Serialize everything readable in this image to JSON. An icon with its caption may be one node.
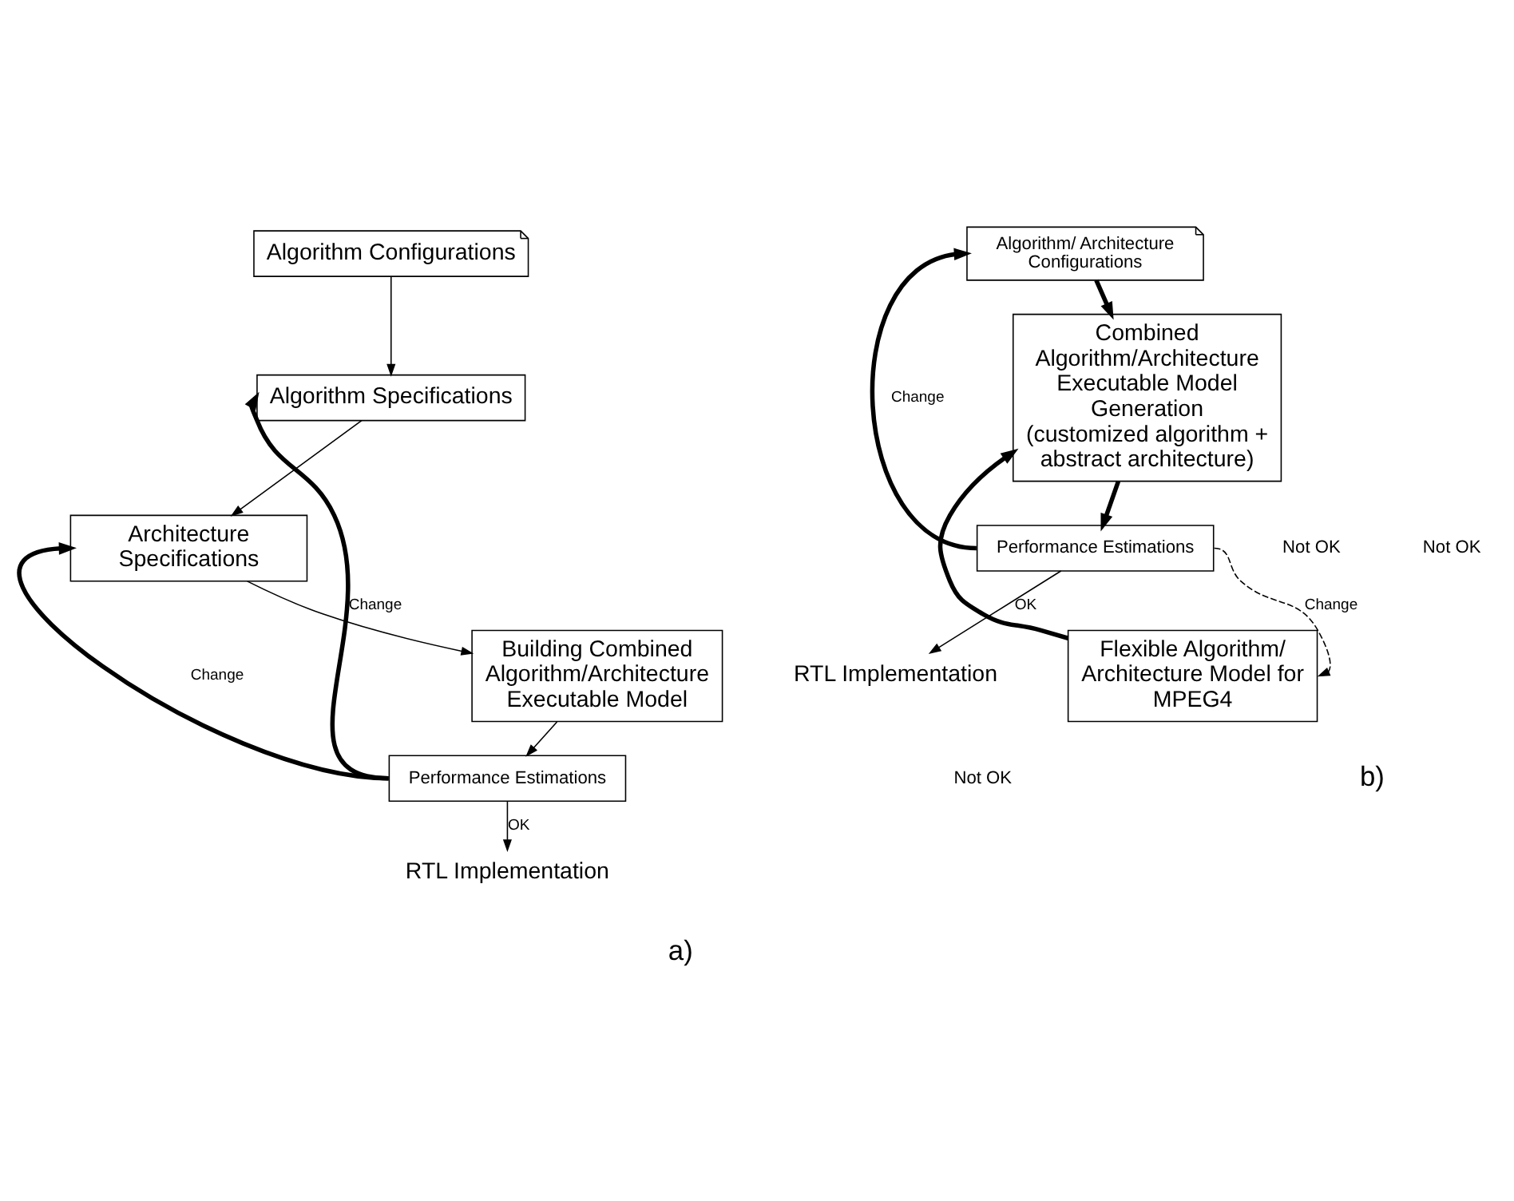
{
  "diagram": {
    "nodes": [
      {
        "text": [
          "Algorithm Configurations"
        ]
      },
      {
        "text": [
          "Algorithm Specifications"
        ]
      },
      {
        "text": [
          "Architecture Specifications"
        ]
      },
      {
        "text": [
          "Building Combined Algorithm/Architecture Executable Model"
        ]
      },
      {
        "text": [
          "Performance Estimations"
        ]
      },
      {
        "text": [
          "RTL Implementation"
        ]
      },
      {
        "text": [
          "Algorithm/ Architecture Configurations"
        ]
      },
      {
        "text": [
          "Flexible Algorithm/ Architecture Model for MPEG4"
        ]
      },
      {
        "text": [
          "Combined Algorithm/Architecture Executable Model Generation",
          "(customized algorithm + abstract architecture)"
        ]
      },
      {
        "text": [
          "Performance Estimations"
        ]
      },
      {
        "text": [
          "RTL Implementation"
        ]
      }
    ],
    "edges": [
      {
        "from": 0,
        "to": 1,
        "arrow": "to"
      },
      {
        "from": 1,
        "to": 2,
        "arrow": "to"
      },
      {
        "from": 2,
        "to": 3,
        "arrow": "to"
      },
      {
        "from": 3,
        "to": 4,
        "arrow": "to"
      },
      {
        "from": 4,
        "to": 5,
        "arrow": "to",
        "label": "OK"
      },
      {
        "from": 4,
        "to": 1,
        "arrow": "to",
        "label": "Change",
        "style": "thick"
      },
      {
        "from": 4,
        "to": 2,
        "arrow": "to",
        "label": "Change",
        "style": "thick"
      },
      {
        "from": 6,
        "to": 8,
        "arrow": "to",
        "style": "thick"
      },
      {
        "from": 7,
        "to": 8,
        "arrow": "to",
        "style": "thick"
      },
      {
        "from": 8,
        "to": 9,
        "arrow": "to",
        "style": "thick"
      },
      {
        "from": 9,
        "to": 10,
        "arrow": "to",
        "label": "OK"
      },
      {
        "from": 9,
        "to": 6,
        "arrow": "to",
        "label": "Change",
        "style": "thick"
      },
      {
        "from": 9,
        "to": 7,
        "arrow": "to",
        "label": "Change",
        "style": "dashed"
      }
    ],
    "labels": [
      "Not OK",
      "a)",
      "Not OK",
      "Not OK",
      "b)"
    ]
  }
}
